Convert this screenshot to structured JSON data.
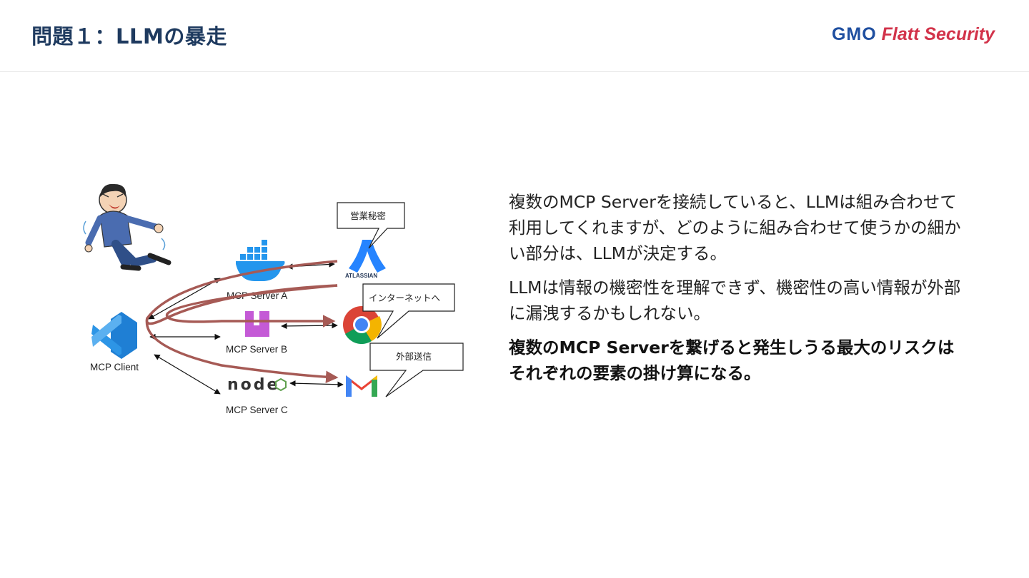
{
  "header": {
    "title": "問題１：LLMの暴走",
    "logo_gmo": "GMO",
    "logo_flatt": "Flatt Security"
  },
  "diagram": {
    "client_label": "MCP Client",
    "server_a_label": "MCP Server A",
    "server_b_label": "MCP Server B",
    "server_c_label": "MCP Server C",
    "atlassian_label": "ATLASSIAN",
    "bubble_secret": "営業秘密",
    "bubble_internet": "インターネットへ",
    "bubble_external": "外部送信",
    "node_text": "node",
    "colors": {
      "flow_arrow": "#a65a55",
      "vscode": "#1f7fd4",
      "docker": "#2496ed",
      "atlassian": "#2684ff"
    }
  },
  "body": {
    "paragraphs": [
      "複数のMCP Serverを接続していると、LLMは組み合わせて利用してくれますが、どのように組み合わせて使うかの細かい部分は、LLMが決定する。",
      "LLMは情報の機密性を理解できず、機密性の高い情報が外部に漏洩するかもしれない。",
      "複数のMCP Serverを繋げると発生しうる最大のリスクはそれぞれの要素の掛け算になる。"
    ]
  }
}
